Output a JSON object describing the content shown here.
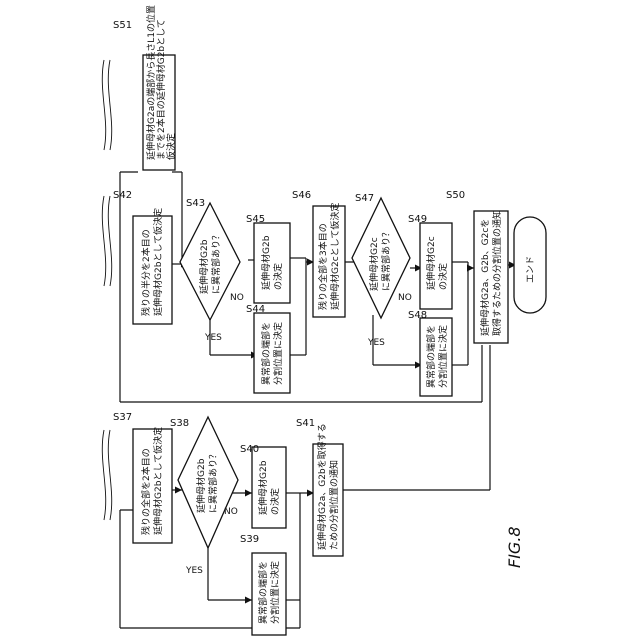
{
  "figure_label": "FIG.8",
  "steps": {
    "S51": {
      "id": "S51",
      "lines": [
        "延伸母材G2aの端部から長さL1の位置",
        "までを2本目の延伸母材G2bとして",
        "仮決定"
      ]
    },
    "S42": {
      "id": "S42",
      "lines": [
        "残りの半分を2本目の",
        "延伸母材G2bとして仮決定"
      ]
    },
    "S43": {
      "id": "S43",
      "lines": [
        "延伸母材G2b",
        "に異常部あり？"
      ]
    },
    "S44": {
      "id": "S44",
      "lines": [
        "異常部の端部を",
        "分割位置に決定"
      ]
    },
    "S45": {
      "id": "S45",
      "lines": [
        "延伸母材G2b",
        "の決定"
      ]
    },
    "S46": {
      "id": "S46",
      "lines": [
        "残りの全部を3本目の",
        "延伸母材G2cとして仮決定"
      ]
    },
    "S47": {
      "id": "S47",
      "lines": [
        "延伸母材G2c",
        "に異常部あり？"
      ]
    },
    "S48": {
      "id": "S48",
      "lines": [
        "異常部の端部を",
        "分割位置に決定"
      ]
    },
    "S49": {
      "id": "S49",
      "lines": [
        "延伸母材G2c",
        "の決定"
      ]
    },
    "S50": {
      "id": "S50",
      "lines": [
        "延伸母材G2a、G2b、G2cを",
        "取得するための分割位置の通知"
      ]
    },
    "END": {
      "lines": [
        "エンド"
      ]
    },
    "S37": {
      "id": "S37",
      "lines": [
        "残りの全部を2本目の",
        "延伸母材G2bとして仮決定"
      ]
    },
    "S38": {
      "id": "S38",
      "lines": [
        "延伸母材G2b",
        "に異常部あり？"
      ]
    },
    "S39": {
      "id": "S39",
      "lines": [
        "異常部の端部を",
        "分割位置に決定"
      ]
    },
    "S40": {
      "id": "S40",
      "lines": [
        "延伸母材G2b",
        "の決定"
      ]
    },
    "S41": {
      "id": "S41",
      "lines": [
        "延伸母材G2a、G2bを取得する",
        "ための分割位置の通知"
      ]
    }
  },
  "branch_labels": {
    "yes": "YES",
    "no": "NO"
  }
}
